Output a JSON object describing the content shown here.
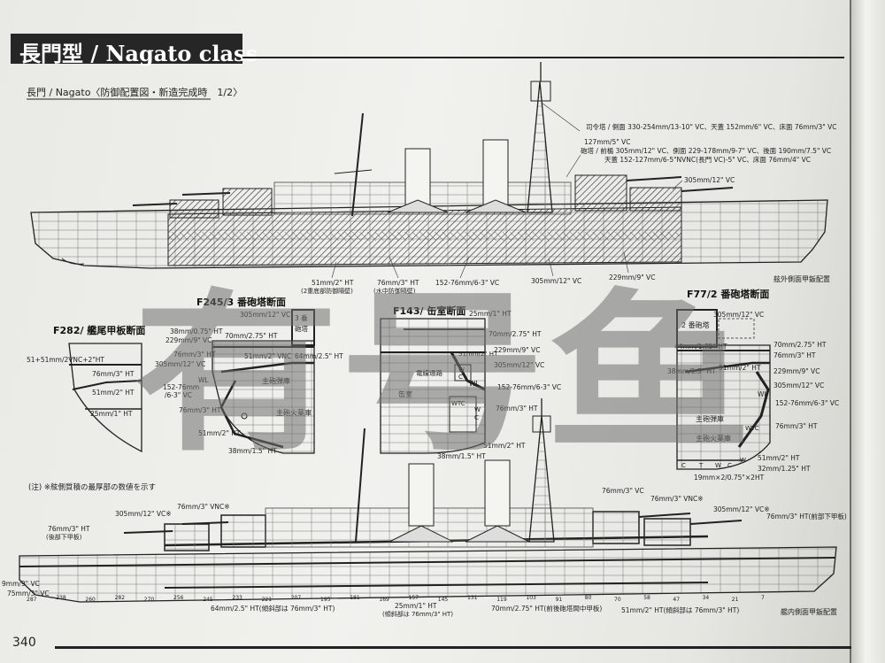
{
  "header": {
    "title": "長門型 / Nagato class"
  },
  "subtitle": "長門 / Nagato〈防御配置図・新造完成時　1/2〉",
  "note": "(注) ※舷側質積の最厚部の数値を示す",
  "page_number": "340",
  "watermark": "有号鱼",
  "top_profile": {
    "caption": "舷外側面甲鈑配置",
    "labels": [
      "司令塔 / 側面 330-254mm/13-10\" VC、天蓋 152mm/6\" VC、床面 76mm/3\" VC",
      "127mm/5\" VC",
      "砲塔 / 前楯 305mm/12\" VC、側面 229-178mm/9-7\" VC、後面 190mm/7.5\" VC",
      "天蓋 152-127mm/6-5\"NVNC(長門 VC)-5\" VC、床面 76mm/4\" VC",
      "305mm/12\" VC",
      "51mm/2\" HT",
      "(2重底部防御隔壁)",
      "76mm/3\" HT",
      "(水中防御隔壁)",
      "152-76mm/6-3\" VC",
      "305mm/12\" VC",
      "229mm/9\" VC"
    ]
  },
  "sections": {
    "f282": {
      "title": "F282/ 艦尾甲板断面",
      "labels": [
        "51+51mm/2VNC+2\"HT",
        "76mm/3\" HT",
        "51mm/2\" HT",
        "25mm/1\" HT"
      ]
    },
    "f245": {
      "title": "F245/3 番砲塔断面",
      "labels": [
        "305mm/12\" VC",
        "3 番",
        "砲塔",
        "38mm/0.75\" HT",
        "70mm/2.75\" HT",
        "229mm/9\" VC",
        "76mm/3\" HT",
        "51mm/2\" VNC",
        "64mm/2.5\" HT",
        "305mm/12\" VC",
        "WL",
        "主砲弾庫",
        "152-76mm",
        "/6-3\" VC",
        "76mm/3\" HT",
        "主砲火薬庫",
        "51mm/2\" HT",
        "38mm/1.5\" HT"
      ]
    },
    "f143": {
      "title": "F143/ 缶室断面",
      "labels": [
        "25mm/1\" HT",
        "70mm/2.75\" HT",
        "229mm/9\" VC",
        "51mm/2\" HT",
        "電線通路",
        "305mm/12\" VC",
        "WL",
        "152-76mm/6-3\" VC",
        "缶室",
        "W",
        "C",
        "WTC",
        "W",
        "C",
        "76mm/3\" HT",
        "51mm/2\" HT",
        "38mm/1.5\" HT"
      ]
    },
    "f77": {
      "title": "F77/2 番砲塔断面",
      "labels": [
        "305mm/12\" VC",
        "2 番砲塔",
        "44mm/1.75\" HT",
        "70mm/2.75\" HT",
        "76mm/3\" HT",
        "38mm/1.5\" HT",
        "51mm/2\" HT",
        "229mm/9\" VC",
        "305mm/12\" VC",
        "WL",
        "152-76mm/6-3\" VC",
        "主砲弾庫",
        "主砲火薬庫",
        "WTC",
        "76mm/3\" HT",
        "C",
        "T",
        "W",
        "C",
        "W",
        "51mm/2\" HT",
        "32mm/1.25\" HT",
        "19mm×2/0.75\"×2HT"
      ]
    }
  },
  "bottom_profile": {
    "caption": "艦内側面甲鈑配置",
    "labels": [
      "305mm/12\" VC※",
      "76mm/3\" VNC※",
      "76mm/3\" HT",
      "(後部下甲板)",
      "9mm/9\" VC",
      "75mm/3\" VC",
      "76mm/3\" VC",
      "76mm/3\" VNC※",
      "305mm/12\" VC※",
      "76mm/3\" HT(前部下甲板)",
      "64mm/2.5\" HT(傾斜部は 76mm/3\" HT)",
      "25mm/1\" HT",
      "(傾斜部は 76mm/3\" HT)",
      "70mm/2.75\" HT(前後砲塔間中甲板)",
      "51mm/2\" HT(傾斜部は 76mm/3\" HT)"
    ],
    "frame_numbers": [
      "287",
      "238",
      "260",
      "282",
      "270",
      "256",
      "245",
      "233",
      "221",
      "207",
      "195",
      "181",
      "169",
      "157",
      "145",
      "131",
      "119",
      "103",
      "91",
      "80",
      "70",
      "58",
      "47",
      "34",
      "21",
      "7"
    ]
  }
}
